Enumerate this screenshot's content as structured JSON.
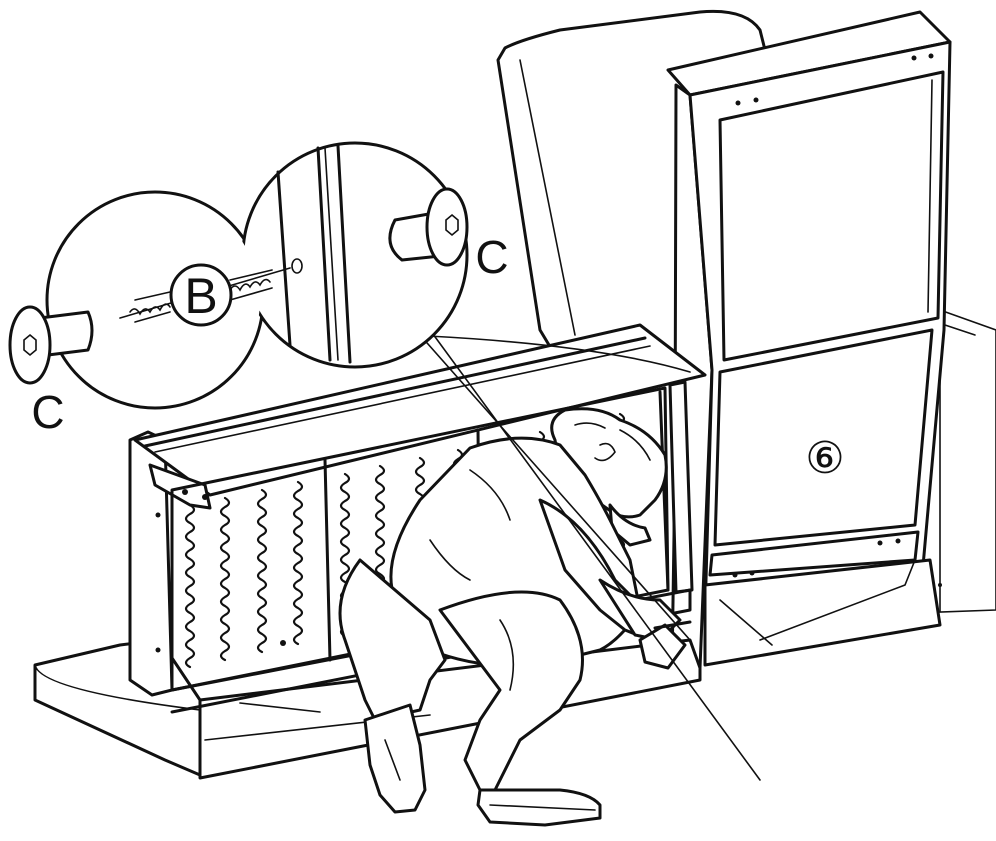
{
  "callouts": {
    "bolt": "B",
    "screw_left": "C",
    "screw_right": "C",
    "part_number": "⑥"
  }
}
